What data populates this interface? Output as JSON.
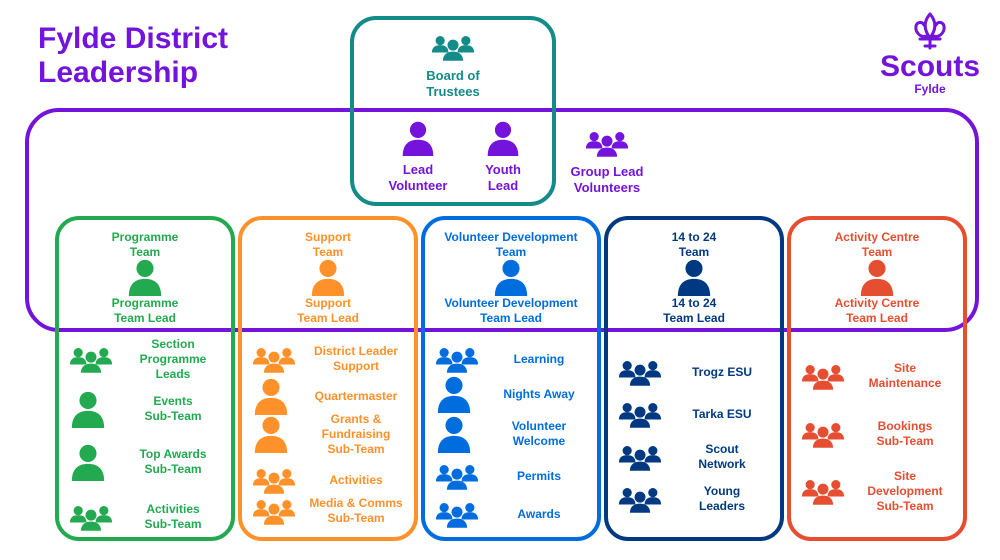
{
  "title": [
    "Fylde District",
    "Leadership"
  ],
  "logo": {
    "name": "Scouts",
    "sub": "Fylde"
  },
  "board": {
    "label": [
      "Board of",
      "Trustees"
    ]
  },
  "lead_volunteer": [
    "Lead",
    "Volunteer"
  ],
  "youth_lead": [
    "Youth",
    "Lead"
  ],
  "group_lead": [
    "Group Lead",
    "Volunteers"
  ],
  "colors": {
    "purple": "#7413dc",
    "teal": "#138b88",
    "green": "#23a950",
    "orange": "#ff912a",
    "blue": "#006ddf",
    "navy": "#003982",
    "red": "#e54e31"
  },
  "columns": [
    {
      "team": [
        "Programme",
        "Team"
      ],
      "lead": [
        "Programme",
        "Team Lead"
      ],
      "items": [
        {
          "icon": "group-icon",
          "label": [
            "Section",
            "Programme",
            "Leads"
          ]
        },
        {
          "icon": "person-icon",
          "label": [
            "Events",
            "Sub-Team"
          ]
        },
        {
          "icon": "person-icon",
          "label": [
            "Top Awards",
            "Sub-Team"
          ]
        },
        {
          "icon": "group-icon",
          "label": [
            "Activities",
            "Sub-Team"
          ]
        }
      ]
    },
    {
      "team": [
        "Support",
        "Team"
      ],
      "lead": [
        "Support",
        "Team Lead"
      ],
      "items": [
        {
          "icon": "group-icon",
          "label": [
            "District Leader",
            "Support"
          ]
        },
        {
          "icon": "person-icon",
          "label": [
            "Quartermaster"
          ]
        },
        {
          "icon": "person-icon",
          "label": [
            "Grants &",
            "Fundraising",
            "Sub-Team"
          ]
        },
        {
          "icon": "group-icon",
          "label": [
            "Activities"
          ]
        },
        {
          "icon": "group-icon",
          "label": [
            "Media & Comms",
            "Sub-Team"
          ]
        }
      ]
    },
    {
      "team": [
        "Volunteer Development",
        "Team"
      ],
      "lead": [
        "Volunteer Development",
        "Team Lead"
      ],
      "items": [
        {
          "icon": "group-icon",
          "label": [
            "Learning"
          ]
        },
        {
          "icon": "person-icon",
          "label": [
            "Nights Away"
          ]
        },
        {
          "icon": "person-icon",
          "label": [
            "Volunteer",
            "Welcome"
          ]
        },
        {
          "icon": "group-icon",
          "label": [
            "Permits"
          ]
        },
        {
          "icon": "group-icon",
          "label": [
            "Awards"
          ]
        }
      ]
    },
    {
      "team": [
        "14 to 24",
        "Team"
      ],
      "lead": [
        "14 to 24",
        "Team Lead"
      ],
      "items": [
        {
          "icon": "group-icon",
          "label": [
            "Trogz ESU"
          ]
        },
        {
          "icon": "group-icon",
          "label": [
            "Tarka ESU"
          ]
        },
        {
          "icon": "group-icon",
          "label": [
            "Scout",
            "Network"
          ]
        },
        {
          "icon": "group-icon",
          "label": [
            "Young",
            "Leaders"
          ]
        }
      ]
    },
    {
      "team": [
        "Activity Centre",
        "Team"
      ],
      "lead": [
        "Activity Centre",
        "Team Lead"
      ],
      "items": [
        {
          "icon": "group-icon",
          "label": [
            "Site",
            "Maintenance"
          ]
        },
        {
          "icon": "group-icon",
          "label": [
            "Bookings",
            "Sub-Team"
          ]
        },
        {
          "icon": "group-icon",
          "label": [
            "Site",
            "Development",
            "Sub-Team"
          ]
        }
      ]
    }
  ]
}
